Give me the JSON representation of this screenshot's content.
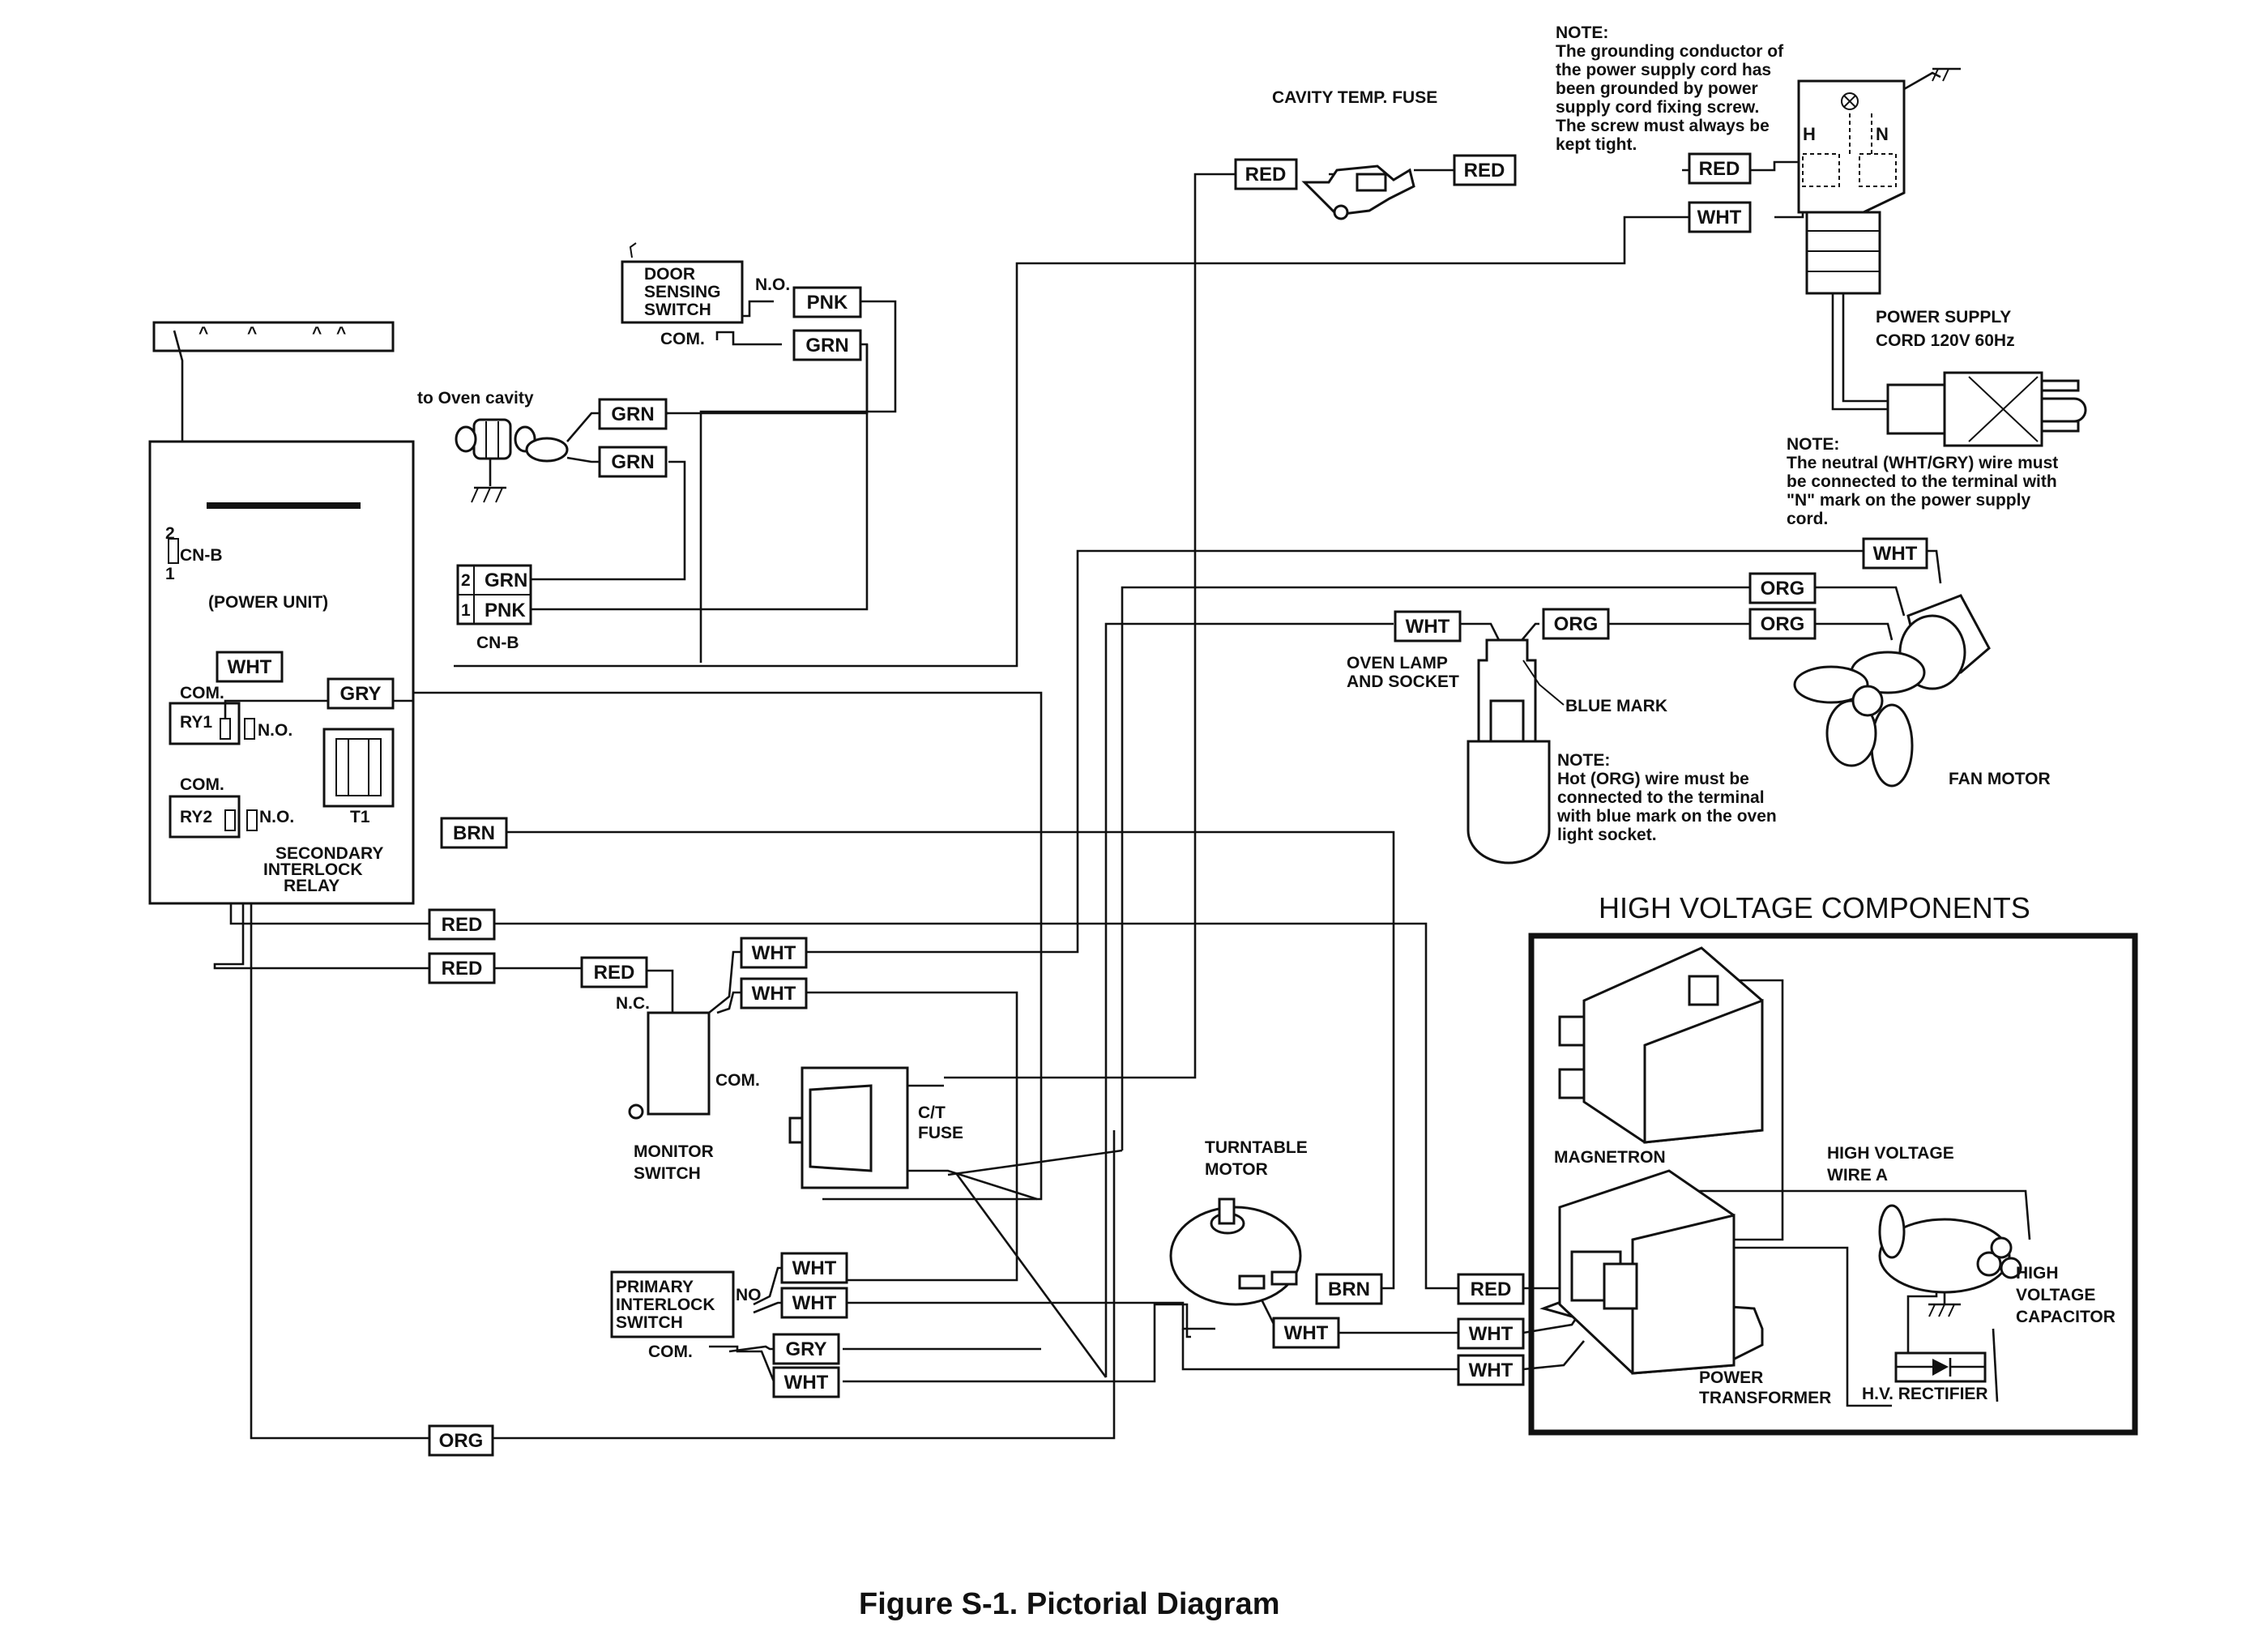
{
  "figure_caption": "Figure S-1. Pictorial Diagram",
  "power_unit": {
    "title": "(POWER UNIT)",
    "connector": "CN-B",
    "ry1": "RY1",
    "ry1_com": "COM.",
    "ry1_no": "N.O.",
    "ry2": "RY2",
    "ry2_com": "COM.",
    "ry2_no": "N.O.",
    "t1": "T1",
    "secondary_relay": [
      "SECONDARY",
      "INTERLOCK",
      "RELAY"
    ],
    "pin_labels": [
      "2",
      "1"
    ]
  },
  "cnb_block": {
    "label": "CN-B",
    "pins": [
      "2",
      "1"
    ],
    "wires": [
      "GRN",
      "PNK"
    ]
  },
  "door_sensing_switch": {
    "name": [
      "DOOR",
      "SENSING",
      "SWITCH"
    ],
    "no": "N.O.",
    "com": "COM."
  },
  "oven_cavity": {
    "label": "to Oven cavity"
  },
  "cavity_temp_fuse": {
    "label": "CAVITY TEMP. FUSE"
  },
  "power_cord": {
    "label": [
      "POWER SUPPLY",
      "CORD 120V 60Hz"
    ],
    "h": "H",
    "n": "N",
    "note": [
      "NOTE:",
      "The grounding conductor of",
      "the power supply cord has",
      "been grounded by power",
      "supply cord fixing screw.",
      "The screw must always be",
      "kept tight."
    ]
  },
  "neutral_note": [
    "NOTE:",
    "The neutral (WHT/GRY) wire must",
    "be connected to the terminal with",
    "\"N\" mark on the power supply",
    "cord."
  ],
  "oven_lamp": {
    "label": [
      "OVEN LAMP",
      "AND SOCKET"
    ],
    "blue_mark": "BLUE MARK",
    "note": [
      "NOTE:",
      "Hot (ORG) wire must be",
      "connected to the terminal",
      "with blue mark on the oven",
      "light socket."
    ]
  },
  "fan_motor": {
    "label": "FAN MOTOR"
  },
  "monitor_switch": {
    "label": [
      "MONITOR",
      "SWITCH"
    ],
    "nc": "N.C.",
    "com": "COM."
  },
  "ct_fuse": {
    "label": [
      "C/T",
      "FUSE"
    ]
  },
  "primary_interlock_switch": {
    "label": [
      "PRIMARY",
      "INTERLOCK",
      "SWITCH"
    ],
    "no": "NO",
    "com": "COM."
  },
  "turntable_motor": {
    "label": [
      "TURNTABLE",
      "MOTOR"
    ]
  },
  "high_voltage": {
    "title": "HIGH VOLTAGE COMPONENTS",
    "magnetron": "MAGNETRON",
    "wire_a": [
      "HIGH VOLTAGE",
      "WIRE A"
    ],
    "capacitor": [
      "HIGH",
      "VOLTAGE",
      "CAPACITOR"
    ],
    "transformer": [
      "POWER",
      "TRANSFORMER"
    ],
    "rectifier": "H.V. RECTIFIER"
  },
  "wire_tags": {
    "red_fuse_left": "RED",
    "red_fuse_right": "RED",
    "red_cord": "RED",
    "wht_cord": "WHT",
    "pnk_door": "PNK",
    "grn_door": "GRN",
    "grn_cav1": "GRN",
    "grn_cav2": "GRN",
    "wht_pu": "WHT",
    "gry_pu": "GRY",
    "brn_pu": "BRN",
    "red_pu1": "RED",
    "red_pu2": "RED",
    "red_mon": "RED",
    "wht_mon1": "WHT",
    "wht_mon2": "WHT",
    "wht_fan": "WHT",
    "org_fan1": "ORG",
    "org_fan2": "ORG",
    "wht_lamp": "WHT",
    "org_lamp": "ORG",
    "wht_pri1": "WHT",
    "wht_pri2": "WHT",
    "gry_pri": "GRY",
    "wht_pri3": "WHT",
    "org_bottom": "ORG",
    "brn_tt": "BRN",
    "wht_tt": "WHT",
    "red_tr": "RED",
    "wht_tr1": "WHT",
    "wht_tr2": "WHT"
  }
}
